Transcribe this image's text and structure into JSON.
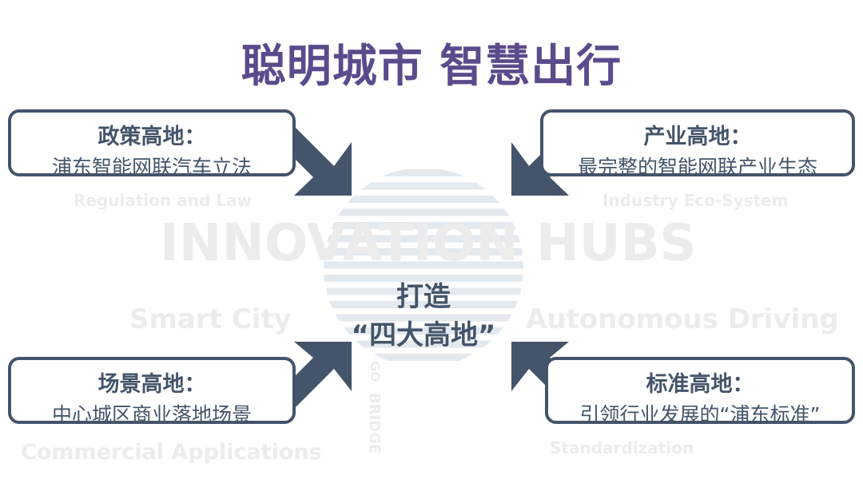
{
  "title": "聪明城市 智慧出行",
  "watermarks": {
    "main": "INNOVATION HUBS",
    "left": "Smart City",
    "right": "Autonomous Driving",
    "vertical_top": "GO",
    "vertical_bottom": "BRIDGE"
  },
  "center": {
    "line1": "打造",
    "line2": "“四大高地”"
  },
  "boxes": [
    {
      "heading": "政策高地：",
      "text": "浦东智能网联汽车立法",
      "caption": "Regulation and Law"
    },
    {
      "heading": "产业高地：",
      "text": "最完整的智能网联产业生态",
      "caption": "Industry Eco-System"
    },
    {
      "heading": "场景高地：",
      "text": "中心城区商业落地场景",
      "caption": "Commercial Applications"
    },
    {
      "heading": "标准高地：",
      "text": "引领行业发展的“浦东标准”",
      "caption": "Standardization"
    }
  ],
  "colors": {
    "title": "#5a4b8c",
    "dark": "#44546a",
    "stripe": "#e3e9ef"
  }
}
